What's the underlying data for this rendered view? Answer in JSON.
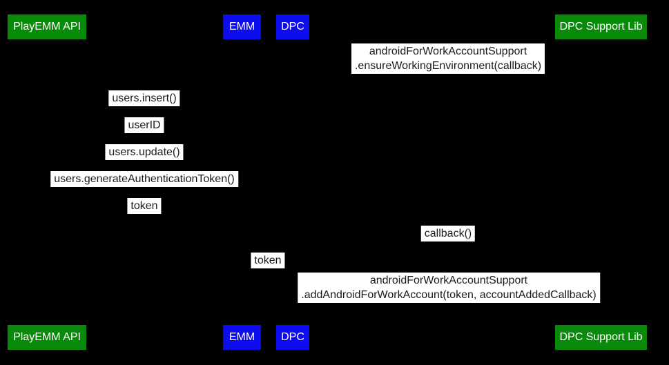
{
  "diagram": {
    "type": "sequence-diagram",
    "colors": {
      "background": "#000000",
      "actor_green": "#0a8a0a",
      "actor_blue": "#0d0df0",
      "actor_text": "#ffffff",
      "message_bg": "#ffffff",
      "message_text": "#1a1a1a"
    },
    "actors": {
      "playemm": {
        "label": "PlayEMM API"
      },
      "emm": {
        "label": "EMM"
      },
      "dpc": {
        "label": "DPC"
      },
      "dpcsupport": {
        "label": "DPC Support Lib"
      }
    },
    "messages": [
      {
        "lines": [
          "androidForWorkAccountSupport",
          ".ensureWorkingEnvironment(callback)"
        ]
      },
      {
        "lines": [
          "users.insert()"
        ]
      },
      {
        "lines": [
          "userID"
        ]
      },
      {
        "lines": [
          "users.update()"
        ]
      },
      {
        "lines": [
          "users.generateAuthenticationToken()"
        ]
      },
      {
        "lines": [
          "token"
        ]
      },
      {
        "lines": [
          "callback()"
        ]
      },
      {
        "lines": [
          "token"
        ]
      },
      {
        "lines": [
          "androidForWorkAccountSupport",
          ".addAndroidForWorkAccount(token, accountAddedCallback)"
        ]
      }
    ]
  }
}
